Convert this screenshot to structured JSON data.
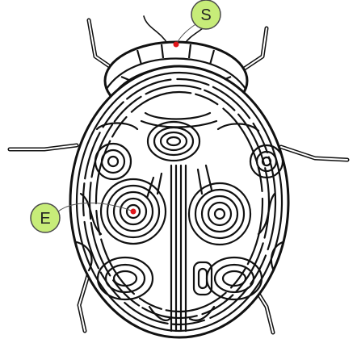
{
  "puzzle": {
    "type": "maze",
    "shape": "ladybug",
    "start": {
      "label": "S"
    },
    "end": {
      "label": "E"
    }
  },
  "colors": {
    "background": "#ffffff",
    "wall": "#111111",
    "marker_fill": "#c7ec79",
    "marker_stroke": "#4b4b4b",
    "point": "#e0161b"
  },
  "icons": {
    "start": "start-marker-icon",
    "end": "end-marker-icon"
  }
}
